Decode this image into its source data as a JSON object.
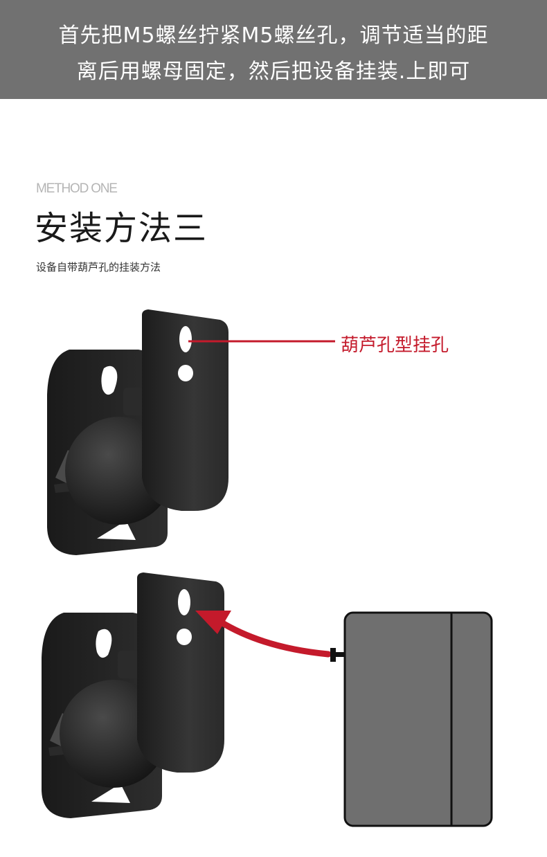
{
  "banner": {
    "line1": "首先把M5螺丝拧紧M5螺丝孔，调节适当的距",
    "line2": "离后用螺母固定，然后把设备挂装.上即可"
  },
  "method": {
    "label": "METHOD ONE",
    "title": "安装方法三",
    "subtitle": "设备自带葫芦孔的挂装方法"
  },
  "callout": {
    "label": "葫芦孔型挂孔"
  },
  "colors": {
    "banner_bg": "#717171",
    "accent_red": "#c41a2b",
    "bracket_black": "#2a2a2a",
    "device_gray": "#6f6f6f"
  },
  "icons": {
    "bracket_top": "wall-bracket-icon",
    "bracket_bottom": "wall-bracket-icon",
    "device": "speaker-device-icon",
    "arrow": "curved-arrow-icon"
  }
}
